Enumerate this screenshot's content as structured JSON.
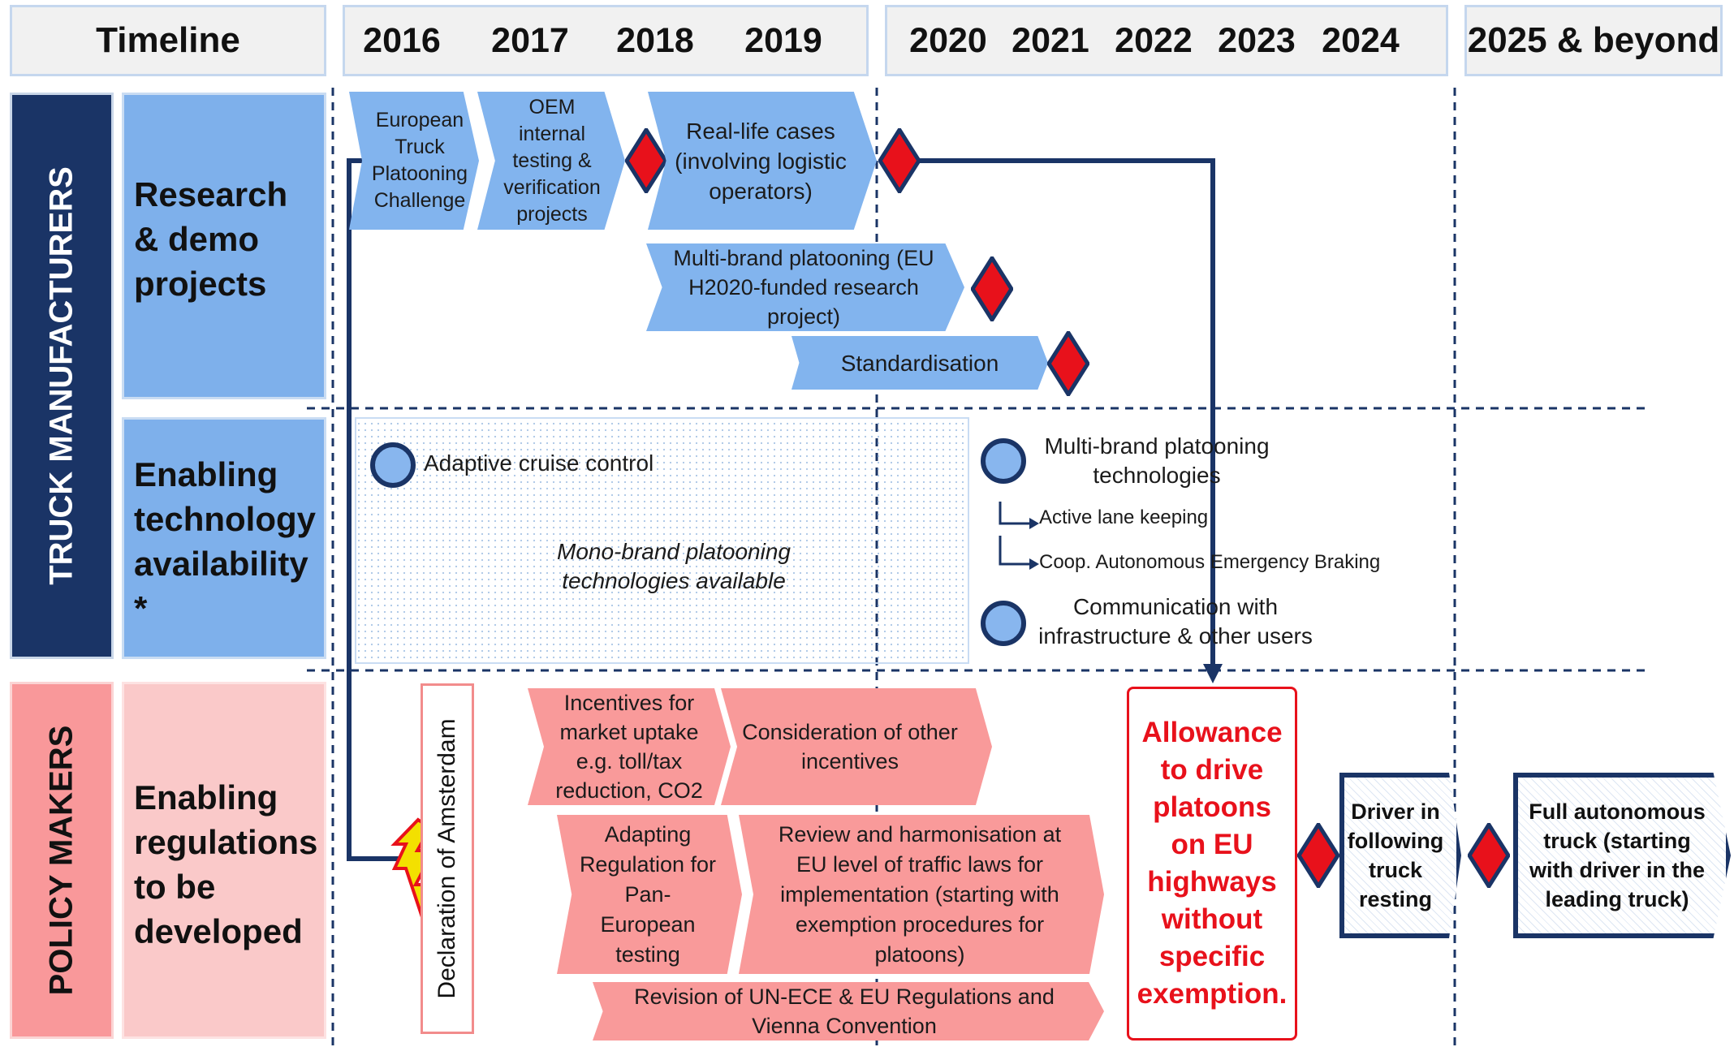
{
  "header": {
    "timeline_label": "Timeline",
    "years_a": [
      "2016",
      "2017",
      "2018",
      "2019"
    ],
    "years_b": [
      "2020",
      "2021",
      "2022",
      "2023",
      "2024"
    ],
    "years_c": "2025 & beyond"
  },
  "sidebars": {
    "truck": "TRUCK MANUFACTURERS",
    "policy": "POLICY MAKERS"
  },
  "categories": {
    "research": "Research & demo projects",
    "enabling_tech": "Enabling technology availability *",
    "regulations": "Enabling regulations to be developed"
  },
  "research_items": {
    "euro_challenge": "European Truck Platooning Challenge",
    "oem_testing": "OEM internal testing & verification projects",
    "real_life": "Real-life cases (involving logistic operators)",
    "multi_brand": "Multi-brand platooning (EU H2020-funded research project)",
    "standardisation": "Standardisation"
  },
  "tech_items": {
    "acc": "Adaptive cruise control",
    "mono_brand": "Mono-brand platooning technologies available",
    "multi_brand_tech": "Multi-brand platooning technologies",
    "lane_keeping": "Active lane keeping",
    "caeb": "Coop. Autonomous Emergency Braking",
    "communication": "Communication with infrastructure & other users"
  },
  "policy_items": {
    "declaration": "Declaration of Amsterdam",
    "incentives": "Incentives for market uptake e.g. toll/tax reduction, CO2",
    "other_incentives": "Consideration of other incentives",
    "adapting": "Adapting Regulation for Pan-European testing",
    "review": "Review and harmonisation at EU level of traffic laws for implementation (starting with exemption procedures for platoons)",
    "revision": "Revision of UN-ECE & EU Regulations and Vienna Convention",
    "allowance": "Allowance to drive platoons on EU highways without specific exemption.",
    "driver_following": "Driver in following truck resting",
    "full_autonomous": "Full autonomous truck (starting with driver in the leading truck)"
  },
  "colors": {
    "navy": "#1a3466",
    "blue_box": "#82b4ee",
    "pink_box": "#f99a9a",
    "milestone_red": "#e8111b"
  }
}
